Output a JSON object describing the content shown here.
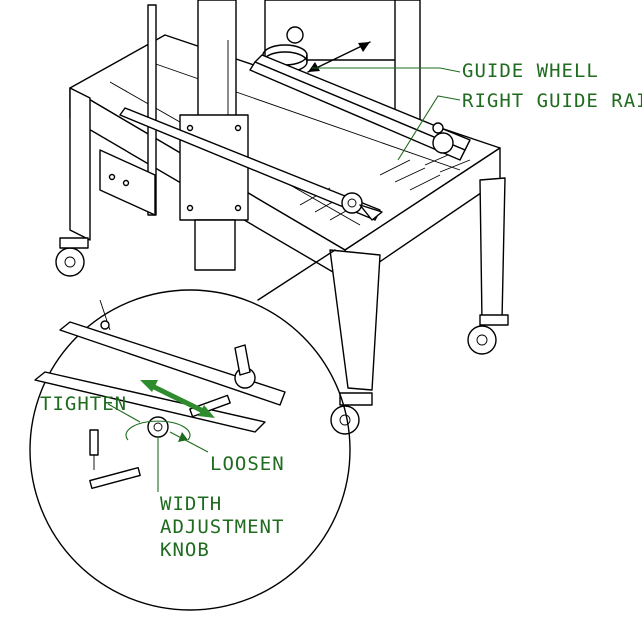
{
  "labels": {
    "guide_wheel": "GUIDE WHELL",
    "right_guide_rail": "RIGHT GUIDE RAIL",
    "tighten": "TIGHTEN",
    "loosen": "LOOSEN",
    "knob_line1": "WIDTH",
    "knob_line2": "ADJUSTMENT",
    "knob_line3": "KNOB"
  },
  "colors": {
    "label_green": "#1f6b1f",
    "arrow_green": "#2e8b2e",
    "line_black": "#000000"
  }
}
